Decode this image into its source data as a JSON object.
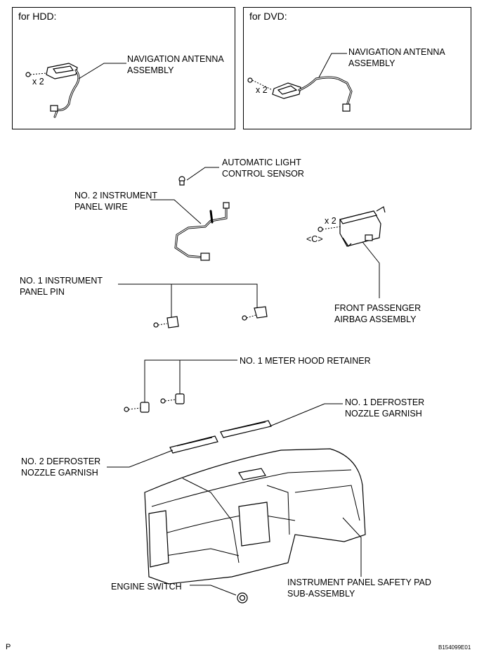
{
  "panels": {
    "hdd": {
      "title": "for HDD:",
      "label_line1": "NAVIGATION ANTENNA",
      "label_line2": "ASSEMBLY",
      "qty": "x 2"
    },
    "dvd": {
      "title": "for DVD:",
      "label_line1": "NAVIGATION ANTENNA",
      "label_line2": "ASSEMBLY",
      "qty": "x 2"
    }
  },
  "labels": {
    "auto_light_1": "AUTOMATIC LIGHT",
    "auto_light_2": "CONTROL SENSOR",
    "wire_1": "NO. 2 INSTRUMENT",
    "wire_2": "PANEL WIRE",
    "airbag_qty": "x 2",
    "airbag_mark": "<C>",
    "airbag_1": "FRONT PASSENGER",
    "airbag_2": "AIRBAG ASSEMBLY",
    "pin_1": "NO. 1 INSTRUMENT",
    "pin_2": "PANEL PIN",
    "retainer": "NO. 1 METER HOOD RETAINER",
    "def1_1": "NO. 1 DEFROSTER",
    "def1_2": "NOZZLE GARNISH",
    "def2_1": "NO. 2 DEFROSTER",
    "def2_2": "NOZZLE GARNISH",
    "engine": "ENGINE SWITCH",
    "pad_1": "INSTRUMENT PANEL SAFETY PAD",
    "pad_2": "SUB-ASSEMBLY"
  },
  "footer": {
    "left": "P",
    "right": "B154099E01"
  },
  "icons": [
    "screw-icon",
    "antenna-icon",
    "sensor-icon",
    "airbag-icon",
    "pin-icon",
    "retainer-icon",
    "garnish-icon",
    "dashboard-icon",
    "engine-switch-icon"
  ]
}
